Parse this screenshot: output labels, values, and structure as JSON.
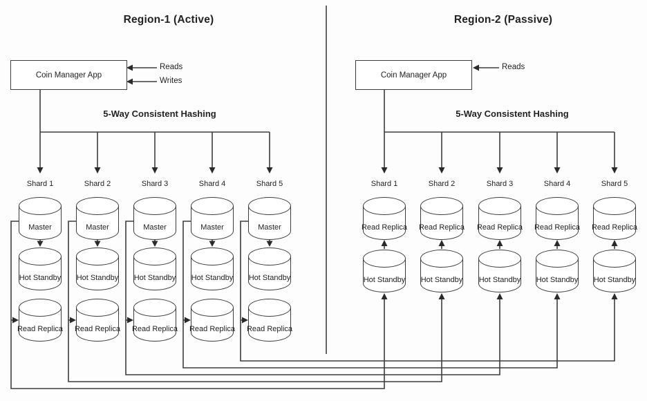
{
  "regions": [
    {
      "title": "Region-1 (Active)",
      "app": "Coin Manager App",
      "arrows_in": [
        "Reads",
        "Writes"
      ],
      "hashing": "5-Way Consistent Hashing",
      "shards": [
        "Shard 1",
        "Shard 2",
        "Shard 3",
        "Shard 4",
        "Shard 5"
      ],
      "stack": [
        "Master",
        "Hot Standby",
        "Read Replica"
      ]
    },
    {
      "title": "Region-2 (Passive)",
      "app": "Coin Manager App",
      "arrows_in": [
        "Reads"
      ],
      "hashing": "5-Way Consistent Hashing",
      "shards": [
        "Shard 1",
        "Shard 2",
        "Shard 3",
        "Shard 4",
        "Shard 5"
      ],
      "stack": [
        "Read Replica",
        "Hot Standby"
      ]
    }
  ],
  "connections": {
    "region1": "Master -> Hot Standby; Master -> Read Replica (bypass)",
    "cross_region": "Region-1 Shard i Master -> Region-2 Shard i Hot Standby",
    "region2": "Hot Standby -> Read Replica"
  },
  "colors": {
    "line": "#3c3c3c",
    "arrow": "#2a2a2a",
    "text": "#222222",
    "background": "#fdfdfd"
  }
}
